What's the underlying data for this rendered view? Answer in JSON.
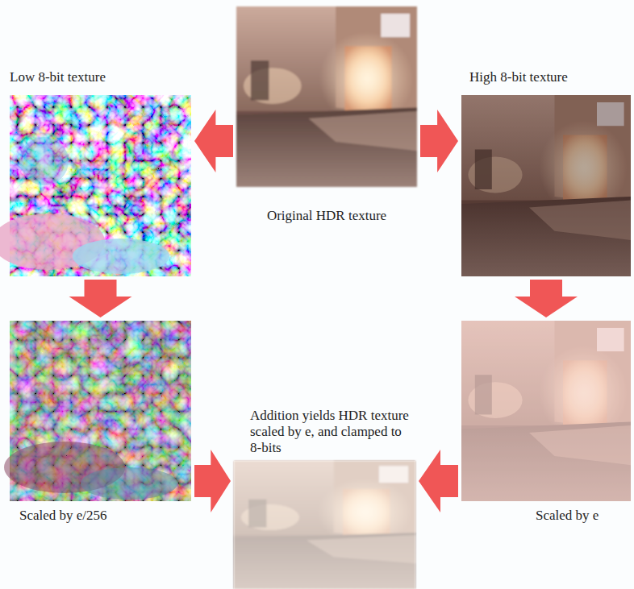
{
  "diagram": {
    "nodes": [
      {
        "text": [
          "Original HDR texture"
        ]
      },
      {
        "text": [
          "Low 8-bit texture"
        ]
      },
      {
        "text": [
          "High 8-bit texture"
        ]
      },
      {
        "text": [
          "Scaled by e/256"
        ]
      },
      {
        "text": [
          "Addition yields HDR texture scaled by e, and clamped to 8-bits"
        ]
      },
      {
        "text": [
          "Scaled by e"
        ]
      }
    ],
    "edges": [
      {
        "from": 0,
        "to": 1,
        "arrow": "to"
      },
      {
        "from": 0,
        "to": 2,
        "arrow": "to"
      },
      {
        "from": 1,
        "to": 3,
        "arrow": "to"
      },
      {
        "from": 2,
        "to": 5,
        "arrow": "to"
      },
      {
        "from": 3,
        "to": 4,
        "arrow": "to"
      },
      {
        "from": 5,
        "to": 4,
        "arrow": "to"
      }
    ]
  }
}
